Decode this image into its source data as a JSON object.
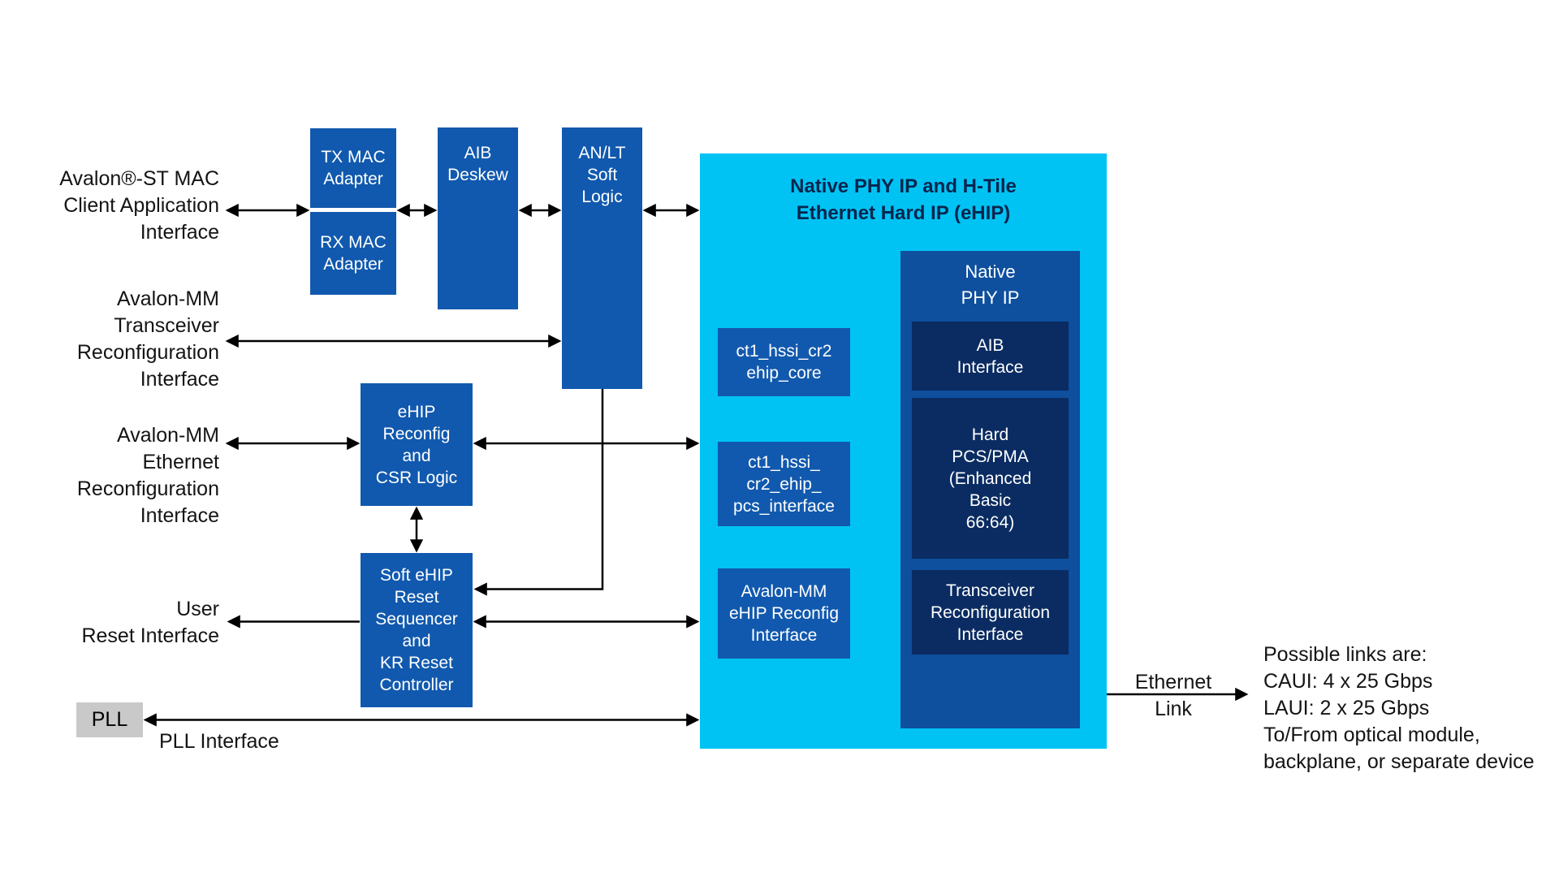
{
  "colors": {
    "block_blue": "#1159ae",
    "hard_ip_cyan": "#00c3f4",
    "phy_panel_blue": "#0e4f9e",
    "inner_navy": "#0a2c62",
    "title_navy": "#07254d",
    "pll_gray": "#c9c9c9",
    "arrow_black": "#000000"
  },
  "left_labels": {
    "mac_client": "Avalon®-ST MAC\nClient Application\nInterface",
    "xcvr_reconfig": "Avalon-MM\nTransceiver\nReconfiguration\nInterface",
    "eth_reconfig": "Avalon-MM\nEthernet\nReconfiguration\nInterface",
    "user_reset": "User\nReset Interface",
    "pll": "PLL",
    "pll_interface": "PLL Interface"
  },
  "blocks": {
    "tx_mac": "TX MAC\nAdapter",
    "rx_mac": "RX MAC\nAdapter",
    "aib_deskew": "AIB\nDeskew",
    "anlt": "AN/LT\nSoft\nLogic",
    "ehip_reconfig": "eHIP\nReconfig\nand\nCSR Logic",
    "reset_seq": "Soft eHIP\nReset\nSequencer\nand\nKR Reset\nController"
  },
  "hard_ip": {
    "title": "Native PHY IP and H-Tile\nEthernet Hard IP (eHIP)",
    "core": "ct1_hssi_cr2\nehip_core",
    "pcs_if": "ct1_hssi_\ncr2_ehip_\npcs_interface",
    "avmm_if": "Avalon-MM\neHIP Reconfig\nInterface",
    "native_phy": {
      "title": "Native\nPHY IP",
      "aib_if": "AIB\nInterface",
      "pcs_pma": "Hard\nPCS/PMA\n(Enhanced\nBasic\n66:64)",
      "xcvr_if": "Transceiver\nReconfiguration\nInterface"
    }
  },
  "right": {
    "ethernet_link": "Ethernet\nLink",
    "notes": "Possible links are:\nCAUI: 4 x 25 Gbps\nLAUI: 2 x 25 Gbps\nTo/From optical module,\nbackplane, or separate device"
  }
}
